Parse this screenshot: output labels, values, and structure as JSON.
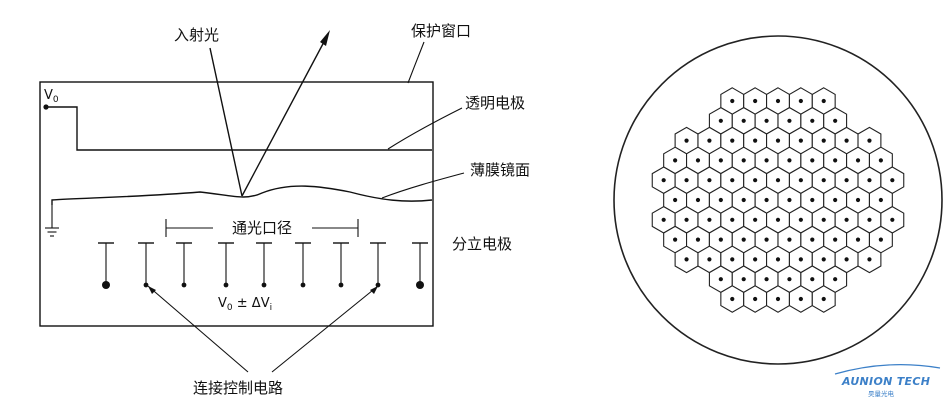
{
  "left_diagram": {
    "labels": {
      "incident_light": "入射光",
      "protective_window": "保护窗口",
      "transparent_electrode": "透明电极",
      "membrane_mirror": "薄膜镜面",
      "clear_aperture": "通光口径",
      "discrete_electrodes": "分立电极",
      "control_circuit": "连接控制电路"
    },
    "bias_voltage": "V",
    "bias_sub": "0",
    "electrode_voltage_main": "V",
    "electrode_voltage_sub": "0",
    "electrode_voltage_pm": " ± ΔV",
    "electrode_voltage_i": "i"
  },
  "right_diagram": {
    "rows": [
      5,
      6,
      9,
      10,
      11,
      10,
      11,
      10,
      9,
      6,
      5
    ]
  },
  "watermark": {
    "name": "AUNION TECH",
    "sub": "昊量光电"
  }
}
